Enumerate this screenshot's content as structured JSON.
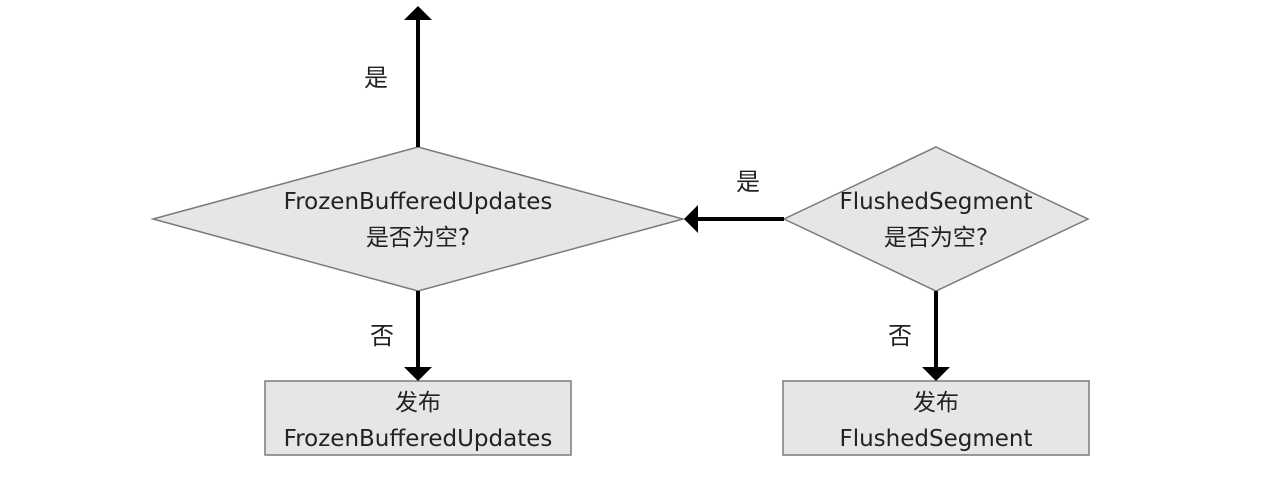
{
  "diagram": {
    "nodes": {
      "frozen_check": {
        "line1": "FrozenBufferedUpdates",
        "line2": "是否为空?"
      },
      "flushed_check": {
        "line1": "FlushedSegment",
        "line2": "是否为空?"
      },
      "publish_frozen": {
        "line1": "发布",
        "line2": "FrozenBufferedUpdates"
      },
      "publish_flushed": {
        "line1": "发布",
        "line2": "FlushedSegment"
      }
    },
    "edges": {
      "frozen_yes": "是",
      "frozen_no": "否",
      "flushed_yes": "是",
      "flushed_no": "否"
    }
  }
}
